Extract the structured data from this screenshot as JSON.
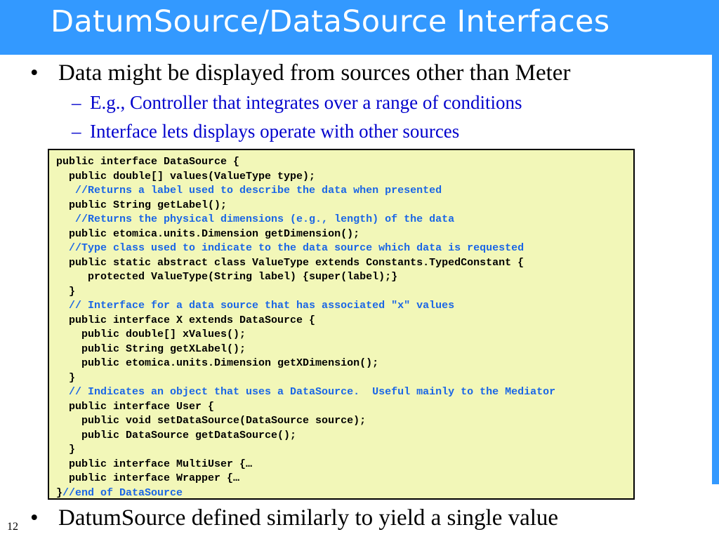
{
  "slide": {
    "title": "DatumSource/DataSource Interfaces",
    "page_number": "12",
    "colors": {
      "title_bar": "#3399ff",
      "code_background": "#f2f7b8",
      "comment": "#1a66e6",
      "sub_bullet": "#0000cc"
    }
  },
  "bullets": {
    "first": {
      "marker": "•",
      "text": "Data might be displayed from sources other than Meter",
      "sub_items": [
        {
          "marker": "–",
          "text": "E.g., Controller that integrates over a range of conditions"
        },
        {
          "marker": "–",
          "text": "Interface lets displays operate with other sources"
        }
      ]
    },
    "last": {
      "marker": "•",
      "text": "DatumSource defined similarly to yield a single value"
    }
  },
  "code": {
    "lines": [
      {
        "text": "public interface DataSource {",
        "type": "code"
      },
      {
        "text": "  public double[] values(ValueType type);",
        "type": "code"
      },
      {
        "text": "   //Returns a label used to describe the data when presented",
        "type": "comment"
      },
      {
        "text": "  public String getLabel();",
        "type": "code"
      },
      {
        "text": "   //Returns the physical dimensions (e.g., length) of the data",
        "type": "comment"
      },
      {
        "text": "  public etomica.units.Dimension getDimension();",
        "type": "code"
      },
      {
        "text": "  //Type class used to indicate to the data source which data is requested",
        "type": "comment"
      },
      {
        "text": "  public static abstract class ValueType extends Constants.TypedConstant {",
        "type": "code"
      },
      {
        "text": "     protected ValueType(String label) {super(label);}",
        "type": "code"
      },
      {
        "text": "  }",
        "type": "code"
      },
      {
        "text": "  // Interface for a data source that has associated \"x\" values",
        "type": "comment"
      },
      {
        "text": "  public interface X extends DataSource {",
        "type": "code"
      },
      {
        "text": "    public double[] xValues();",
        "type": "code"
      },
      {
        "text": "    public String getXLabel();",
        "type": "code"
      },
      {
        "text": "    public etomica.units.Dimension getXDimension();",
        "type": "code"
      },
      {
        "text": "  }",
        "type": "code"
      },
      {
        "text": "  // Indicates an object that uses a DataSource.  Useful mainly to the Mediator",
        "type": "comment"
      },
      {
        "text": "  public interface User {",
        "type": "code"
      },
      {
        "text": "    public void setDataSource(DataSource source);",
        "type": "code"
      },
      {
        "text": "    public DataSource getDataSource();",
        "type": "code"
      },
      {
        "text": "  }",
        "type": "code"
      },
      {
        "text": "  public interface MultiUser {…",
        "type": "code"
      },
      {
        "text": "  public interface Wrapper {…",
        "type": "code"
      },
      {
        "text": "}//end of DataSource",
        "type": "mixed",
        "code_part": "}",
        "comment_part": "//end of DataSource"
      }
    ]
  }
}
